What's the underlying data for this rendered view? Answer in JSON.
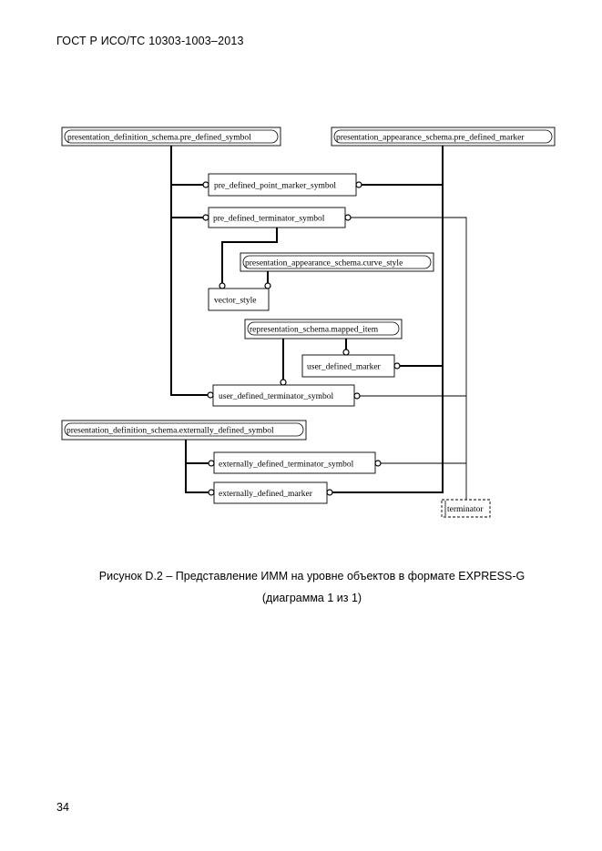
{
  "header": "ГОСТ Р ИСО/ТС 10303-1003–2013",
  "caption": {
    "line1": "Рисунок D.2 – Представление ИММ на уровне объектов в формате EXPRESS-G",
    "line2": "(диаграмма 1 из 1)"
  },
  "page_number": "34",
  "diagram": {
    "references": {
      "pd_pre_defined_symbol": "presentation_definition_schema.pre_defined_symbol",
      "pa_pre_defined_marker": "presentation_appearance_schema.pre_defined_marker",
      "pa_curve_style": "presentation_appearance_schema.curve_style",
      "rs_mapped_item": "representation_schema.mapped_item",
      "pd_externally_defined_symbol": "presentation_definition_schema.externally_defined_symbol"
    },
    "entities": {
      "pre_defined_point_marker_symbol": "pre_defined_point_marker_symbol",
      "pre_defined_terminator_symbol": "pre_defined_terminator_symbol",
      "vector_style": "vector_style",
      "user_defined_marker": "user_defined_marker",
      "user_defined_terminator_symbol": "user_defined_terminator_symbol",
      "externally_defined_terminator_symbol": "externally_defined_terminator_symbol",
      "externally_defined_marker": "externally_defined_marker"
    },
    "types": {
      "terminator": "terminator"
    }
  }
}
